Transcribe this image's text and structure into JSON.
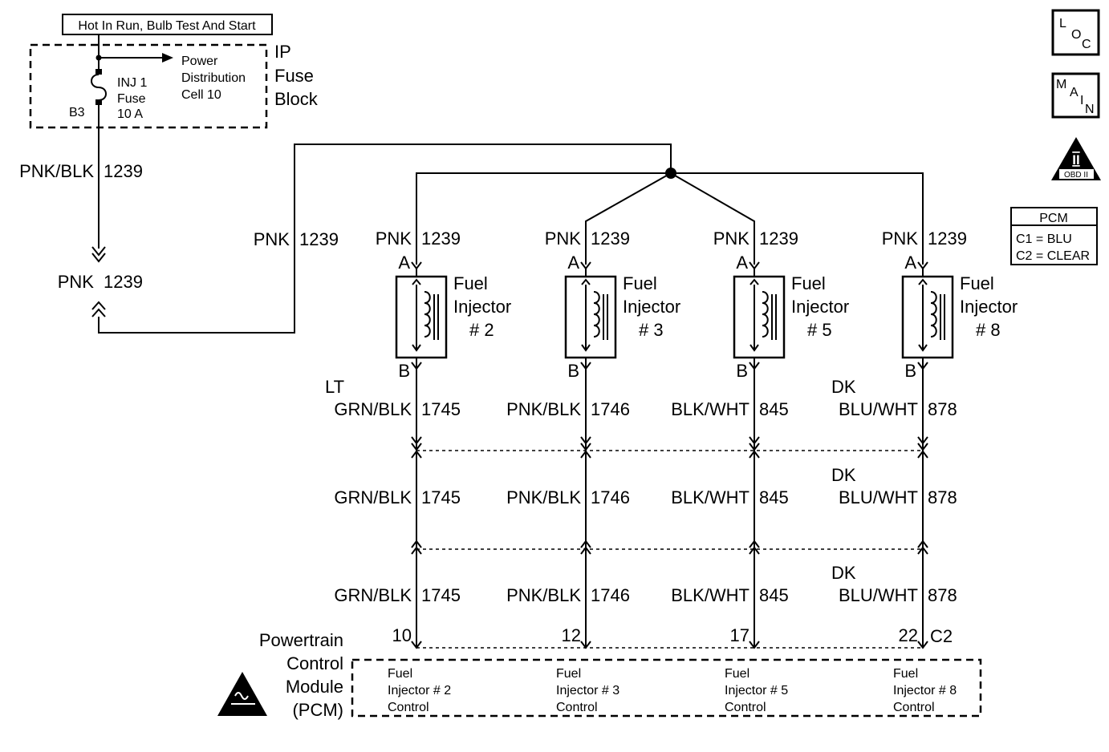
{
  "header": {
    "hot_label": "Hot In Run, Bulb Test And Start"
  },
  "fuse_block": {
    "name_line1": "IP",
    "name_line2": "Fuse",
    "name_line3": "Block",
    "fuse_line1": "INJ 1",
    "fuse_line2": "Fuse",
    "fuse_line3": "10 A",
    "terminal": "B3",
    "power_line1": "Power",
    "power_line2": "Distribution",
    "power_line3": "Cell 10"
  },
  "left_circuit": {
    "wire_top_color": "PNK/BLK",
    "wire_top_num": "1239",
    "wire_mid_color": "PNK",
    "wire_mid_num": "1239",
    "wire_loop_color": "PNK",
    "wire_loop_num": "1239"
  },
  "legend_icons": {
    "loc": {
      "l": "L",
      "o": "O",
      "c": "C"
    },
    "main": {
      "m": "M",
      "a": "A",
      "i": "I",
      "n": "N"
    },
    "obd": {
      "roman": "II",
      "text": "OBD II"
    }
  },
  "pcm_legend": {
    "title": "PCM",
    "line1": "C1 = BLU",
    "line2": "C2 = CLEAR"
  },
  "injectors": [
    {
      "feed_color": "PNK",
      "feed_num": "1239",
      "term_a": "A",
      "term_b": "B",
      "name_line1": "Fuel",
      "name_line2": "Injector",
      "name_line3": "# 2",
      "out_prefix": "LT",
      "out_color": "GRN/BLK",
      "out_num": "1745",
      "mid_prefix": "",
      "mid_color": "GRN/BLK",
      "mid_num": "1745",
      "low_prefix": "",
      "low_color": "GRN/BLK",
      "low_num": "1745",
      "pin": "10",
      "pcm_line1": "Fuel",
      "pcm_line2": "Injector # 2",
      "pcm_line3": "Control"
    },
    {
      "feed_color": "PNK",
      "feed_num": "1239",
      "term_a": "A",
      "term_b": "B",
      "name_line1": "Fuel",
      "name_line2": "Injector",
      "name_line3": "# 3",
      "out_prefix": "",
      "out_color": "PNK/BLK",
      "out_num": "1746",
      "mid_prefix": "",
      "mid_color": "PNK/BLK",
      "mid_num": "1746",
      "low_prefix": "",
      "low_color": "PNK/BLK",
      "low_num": "1746",
      "pin": "12",
      "pcm_line1": "Fuel",
      "pcm_line2": "Injector # 3",
      "pcm_line3": "Control"
    },
    {
      "feed_color": "PNK",
      "feed_num": "1239",
      "term_a": "A",
      "term_b": "B",
      "name_line1": "Fuel",
      "name_line2": "Injector",
      "name_line3": "# 5",
      "out_prefix": "",
      "out_color": "BLK/WHT",
      "out_num": "845",
      "mid_prefix": "",
      "mid_color": "BLK/WHT",
      "mid_num": "845",
      "low_prefix": "",
      "low_color": "BLK/WHT",
      "low_num": "845",
      "pin": "17",
      "pcm_line1": "Fuel",
      "pcm_line2": "Injector # 5",
      "pcm_line3": "Control"
    },
    {
      "feed_color": "PNK",
      "feed_num": "1239",
      "term_a": "A",
      "term_b": "B",
      "name_line1": "Fuel",
      "name_line2": "Injector",
      "name_line3": "# 8",
      "out_prefix": "DK",
      "out_color": "BLU/WHT",
      "out_num": "878",
      "mid_prefix": "DK",
      "mid_color": "BLU/WHT",
      "mid_num": "878",
      "low_prefix": "DK",
      "low_color": "BLU/WHT",
      "low_num": "878",
      "pin": "22",
      "pcm_line1": "Fuel",
      "pcm_line2": "Injector # 8",
      "pcm_line3": "Control"
    }
  ],
  "pcm": {
    "connector": "C2",
    "name_line1": "Powertrain",
    "name_line2": "Control",
    "name_line3": "Module",
    "name_line4": "(PCM)"
  }
}
